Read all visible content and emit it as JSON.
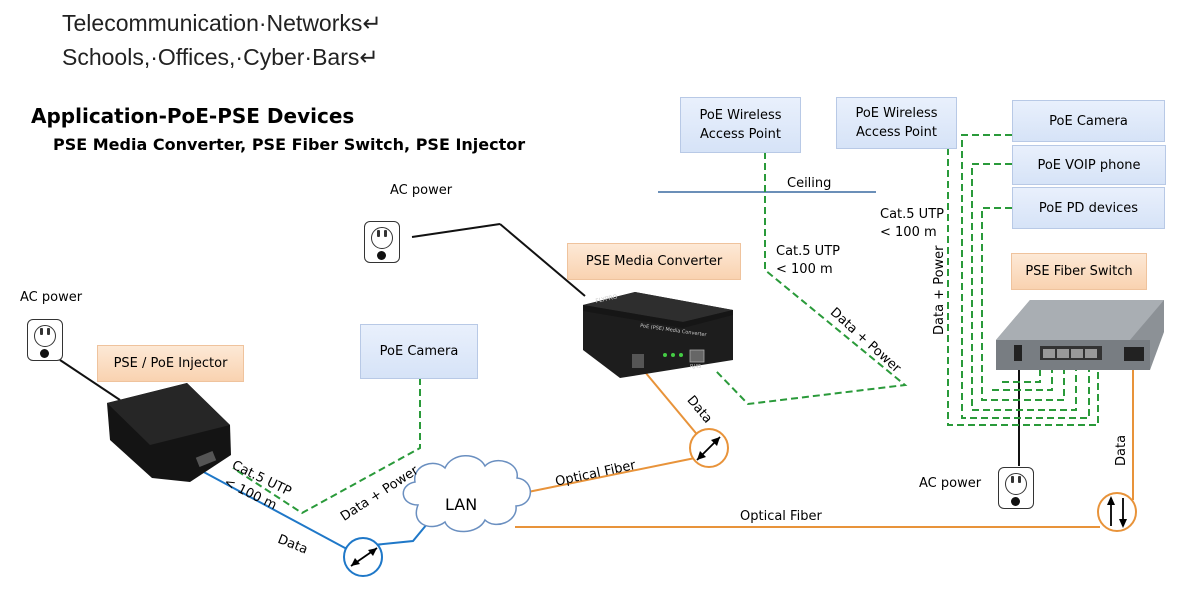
{
  "header": {
    "line1": "Telecommunication·Networks↵",
    "line2": "Schools,·Offices,·Cyber·Bars↵"
  },
  "title": "Application-PoE-PSE Devices",
  "subtitle": "PSE Media Converter, PSE Fiber Switch, PSE Injector",
  "boxes": {
    "ap1": "PoE Wireless\nAccess Point",
    "ap2": "PoE Wireless\nAccess Point",
    "camera_top": "PoE Camera",
    "voip": "PoE VOIP phone",
    "pd": "PoE PD devices",
    "camera_left": "PoE Camera",
    "media_converter": "PSE Media Converter",
    "injector": "PSE / PoE Injector",
    "fiber_switch": "PSE Fiber Switch"
  },
  "labels": {
    "ac_power_left": "AC power",
    "ac_power_mid": "AC power",
    "ac_power_right": "AC power",
    "ceiling": "Ceiling",
    "cat5_mid_1": "Cat.5 UTP",
    "cat5_mid_2": "< 100 m",
    "cat5_right_1": "Cat.5 UTP",
    "cat5_right_2": "< 100 m",
    "cat5_left_1": "Cat.5 UTP",
    "cat5_left_2": "< 100 m",
    "data_power_mid": "Data + Power",
    "data_power_right": "Data + Power",
    "data_power_left": "Data + Power",
    "data_mc": "Data",
    "data_left": "Data",
    "data_right": "Data",
    "optical_fiber_1": "Optical Fiber",
    "optical_fiber_2": "Optical Fiber",
    "lan": "LAN"
  },
  "device_print": {
    "converter_brand": "FLYPRO",
    "converter_model": "PoE (PSE) Media Converter",
    "converter_port": "RJ45"
  },
  "colors": {
    "green": "#2a9a3a",
    "orange": "#e8933a",
    "blue_link": "#1f78c8",
    "ceiling": "#3a6aa0"
  }
}
